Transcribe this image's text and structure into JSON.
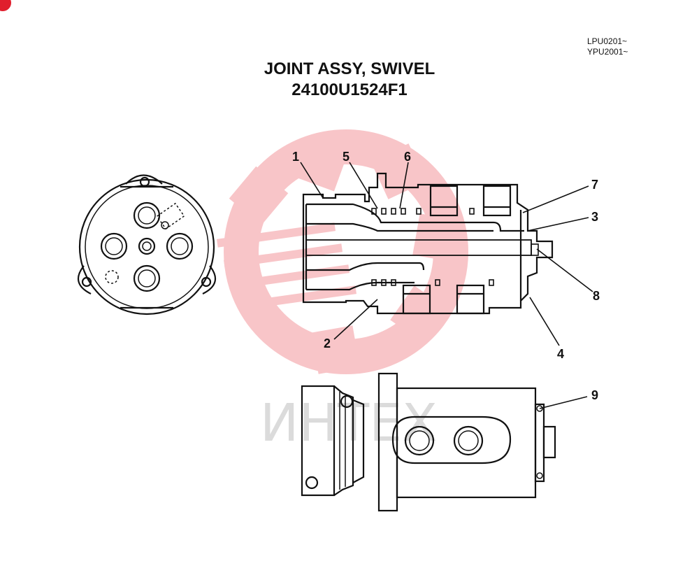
{
  "header": {
    "serial_line_1": "LPU0201~",
    "serial_line_2": "YPU2001~",
    "title": "JOINT ASSY, SWIVEL",
    "part_number": "24100U1524F1"
  },
  "callouts": {
    "c1": "1",
    "c2": "2",
    "c3": "3",
    "c4": "4",
    "c5": "5",
    "c6": "6",
    "c7": "7",
    "c8": "8",
    "c9": "9"
  },
  "watermark": {
    "text": "ИНТЕХ",
    "color": "#e8323c"
  },
  "colors": {
    "line": "#111111",
    "corner_mark": "#e01e2d"
  }
}
